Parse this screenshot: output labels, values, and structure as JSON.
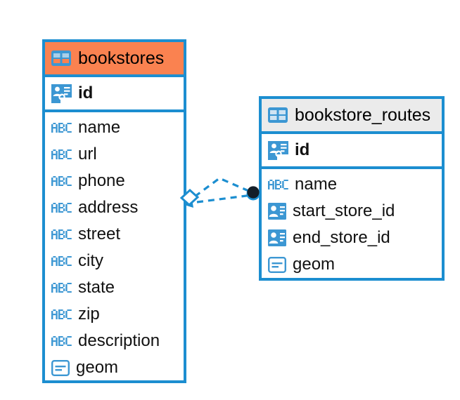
{
  "diagram": {
    "type": "entity-relationship-diagram",
    "background": "#ffffff",
    "accent_blue": "#1c8ed0",
    "accent_orange": "#fa8250",
    "header_gray": "#ebebeb",
    "icon_blue": "#3c97d3",
    "endpoint_dark": "#141e28"
  },
  "tables": [
    {
      "name": "bookstores",
      "header_style": "accent-orange",
      "title_icon": "table-icon",
      "primary_key": {
        "label": "id",
        "icon": "primary-key-icon"
      },
      "fields": [
        {
          "label": "name",
          "icon": "abc-text-icon"
        },
        {
          "label": "url",
          "icon": "abc-text-icon"
        },
        {
          "label": "phone",
          "icon": "abc-text-icon"
        },
        {
          "label": "address",
          "icon": "abc-text-icon"
        },
        {
          "label": "street",
          "icon": "abc-text-icon"
        },
        {
          "label": "city",
          "icon": "abc-text-icon"
        },
        {
          "label": "state",
          "icon": "abc-text-icon"
        },
        {
          "label": "zip",
          "icon": "abc-text-icon"
        },
        {
          "label": "description",
          "icon": "abc-text-icon"
        },
        {
          "label": "geom",
          "icon": "geometry-icon"
        }
      ]
    },
    {
      "name": "bookstore_routes",
      "header_style": "accent-gray",
      "title_icon": "table-icon",
      "primary_key": {
        "label": "id",
        "icon": "primary-key-icon"
      },
      "fields": [
        {
          "label": "name",
          "icon": "abc-text-icon"
        },
        {
          "label": "start_store_id",
          "icon": "foreign-key-icon"
        },
        {
          "label": "end_store_id",
          "icon": "foreign-key-icon"
        },
        {
          "label": "geom",
          "icon": "geometry-icon"
        }
      ]
    }
  ],
  "relationship": {
    "source_table": "bookstores",
    "target_table": "bookstore_routes",
    "line_style": "dashed",
    "source_marker": "diamond-marker",
    "target_marker": "filled-circle-marker",
    "branch_count": 2
  },
  "abc_icon_text": "ABC"
}
